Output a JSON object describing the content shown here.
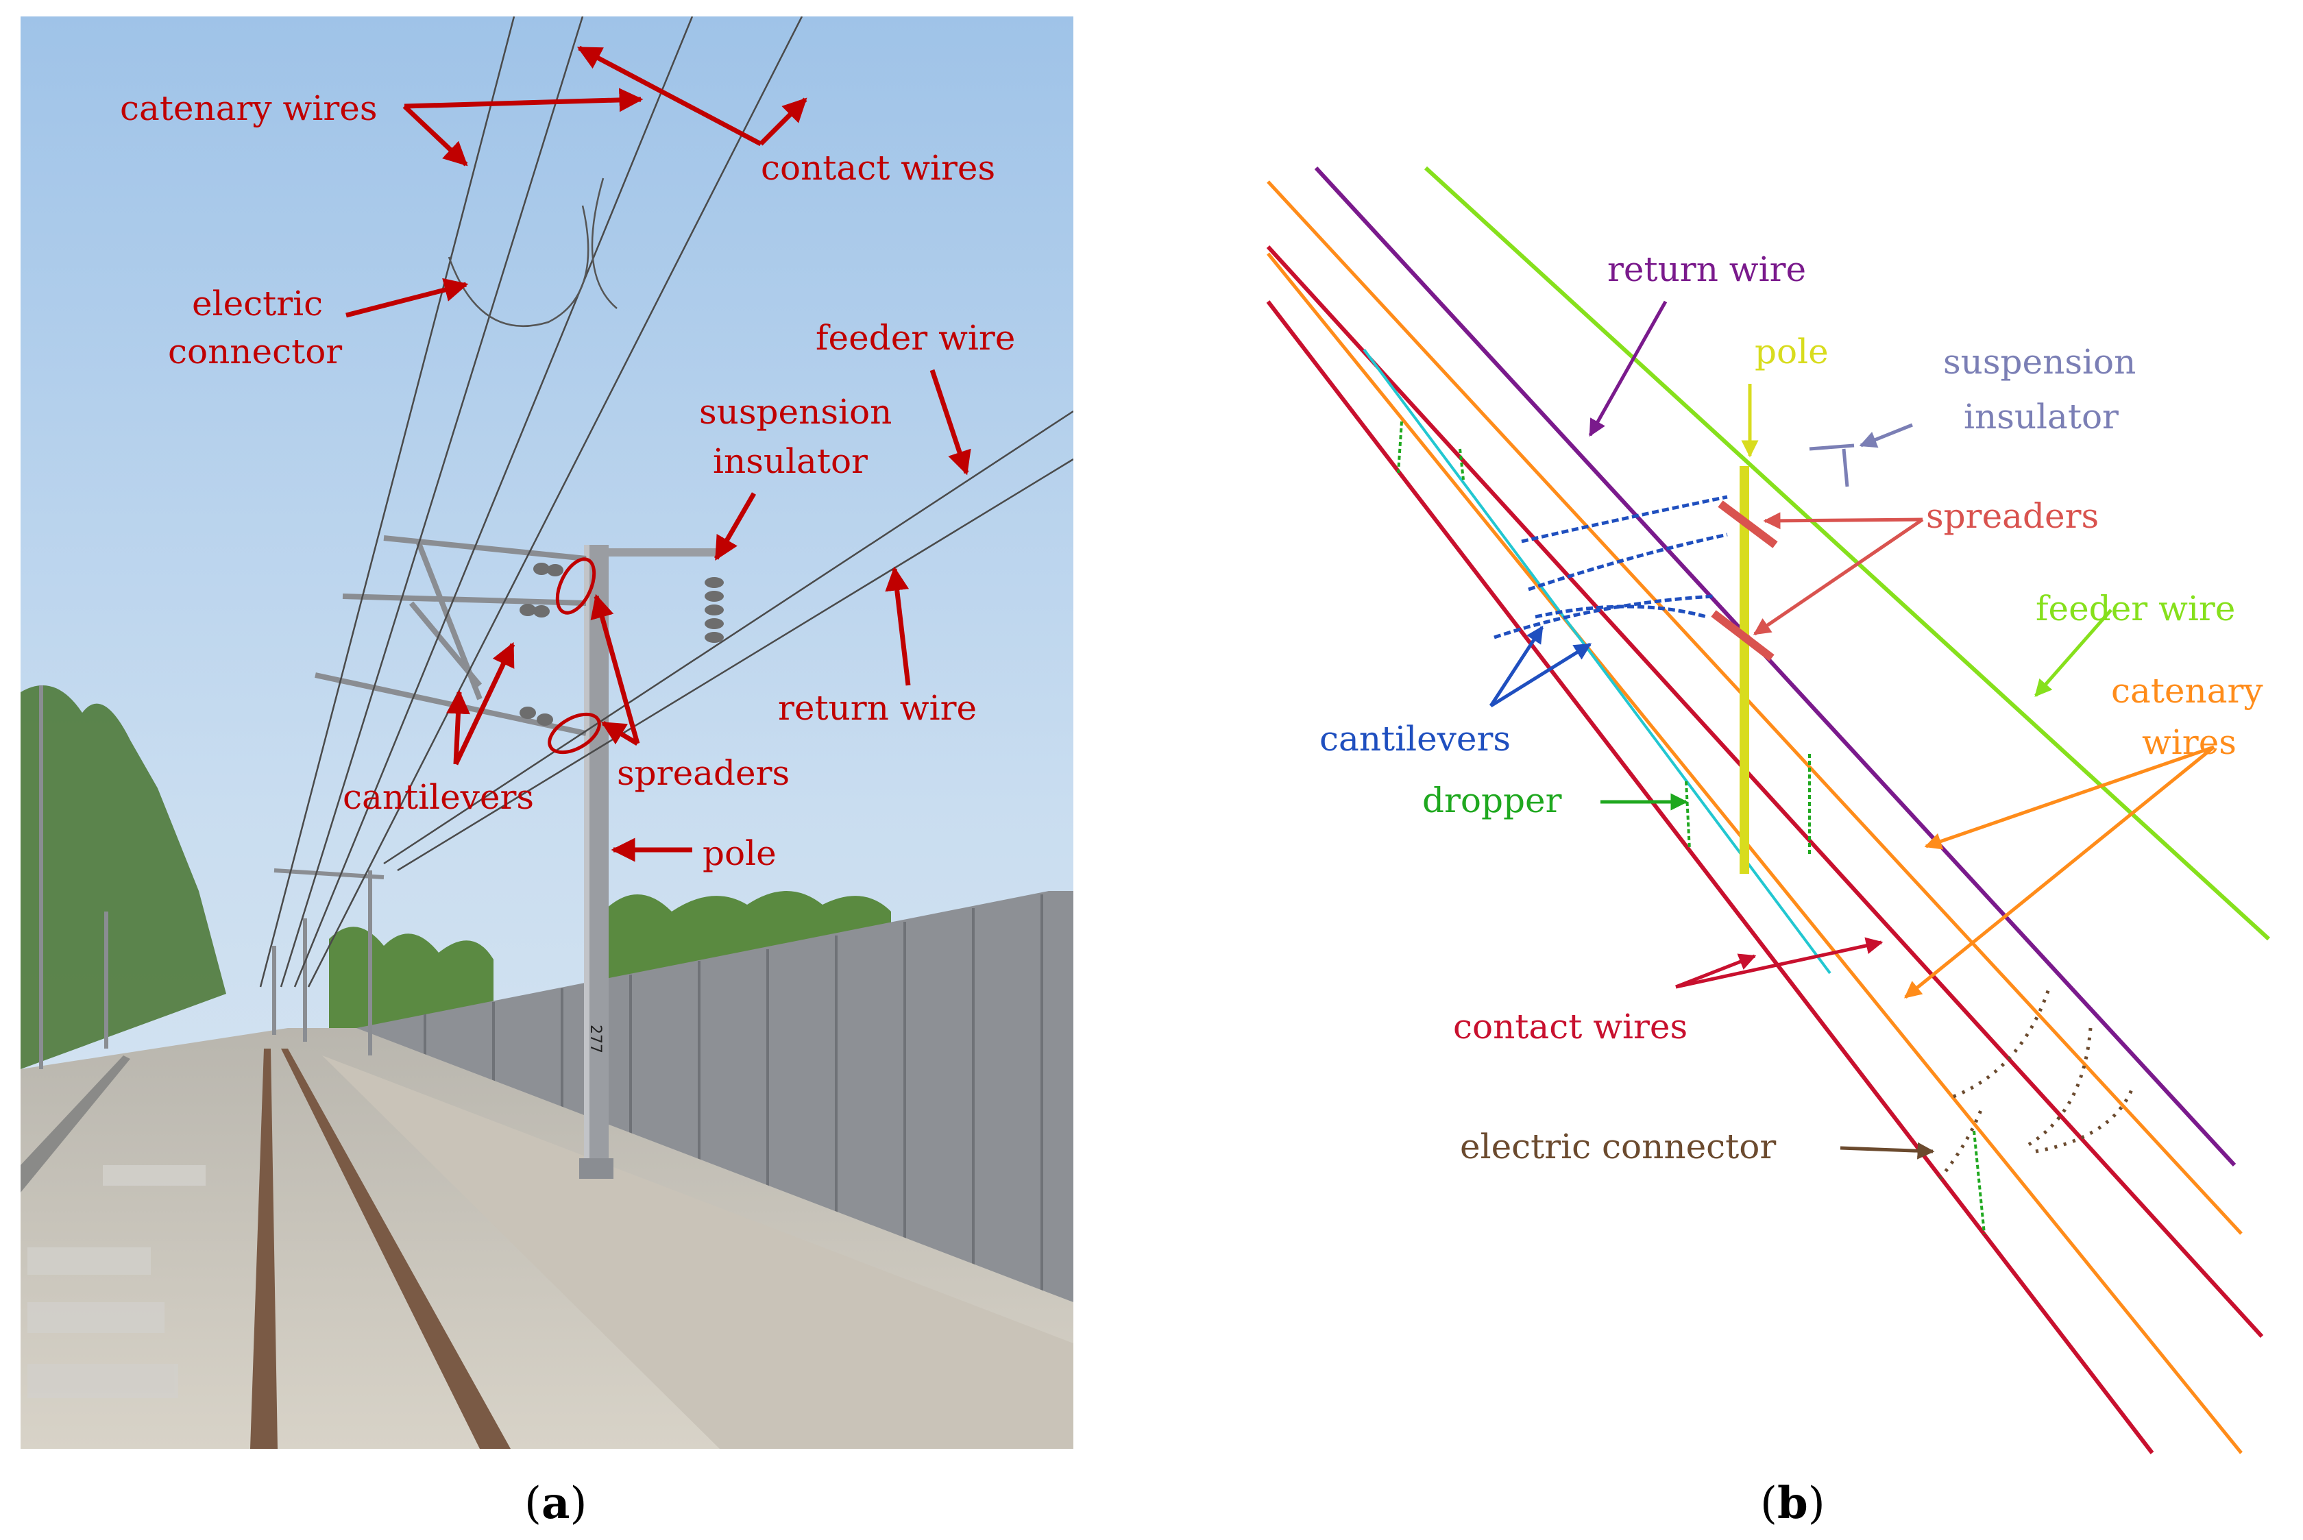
{
  "panel_a": {
    "caption_letter": "a",
    "pole_number": "277",
    "labels": {
      "catenary_wires": "catenary wires",
      "contact_wires": "contact wires",
      "electric_connector_1": "electric",
      "electric_connector_2": "connector",
      "feeder_wire": "feeder wire",
      "suspension_insulator_1": "suspension",
      "suspension_insulator_2": "insulator",
      "return_wire": "return wire",
      "cantilevers": "cantilevers",
      "spreaders": "spreaders",
      "pole": "pole"
    }
  },
  "panel_b": {
    "caption_letter": "b",
    "labels": {
      "return_wire": "return wire",
      "pole": "pole",
      "suspension_insulator_1": "suspension",
      "suspension_insulator_2": "insulator",
      "spreaders": "spreaders",
      "feeder_wire": "feeder wire",
      "catenary_wires_1": "catenary",
      "catenary_wires_2": "wires",
      "cantilevers": "cantilevers",
      "dropper": "dropper",
      "contact_wires": "contact wires",
      "electric_connector": "electric connector"
    }
  },
  "colors": {
    "annotation_red": "#c00000",
    "return_wire": "#7a1a8c",
    "pole": "#d8dc1e",
    "suspension_insulator": "#7b7fb5",
    "spreaders": "#d9534f",
    "feeder_wire": "#86e01c",
    "catenary_wires": "#ff8c1a",
    "cantilevers": "#1f4fbf",
    "dropper": "#1fa81f",
    "contact_wires": "#c8102e",
    "electric_connector": "#6b4a2e",
    "cyan_wire": "#22c7d1"
  }
}
